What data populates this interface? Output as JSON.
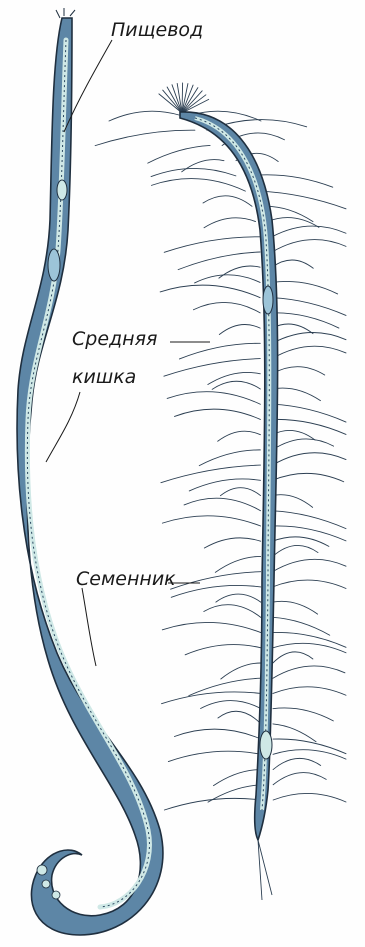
{
  "labels": {
    "esophagus": "Пищевод",
    "midgut_line1": "Средняя",
    "midgut_line2": "кишка",
    "testis": "Семенник"
  },
  "colors": {
    "body_fill": "#5d86a6",
    "body_light": "#9cc4d8",
    "gut_fill": "#cfe8e6",
    "outline": "#1f2f3f",
    "bristle": "#2c3f52",
    "text": "#1a1a1a"
  }
}
